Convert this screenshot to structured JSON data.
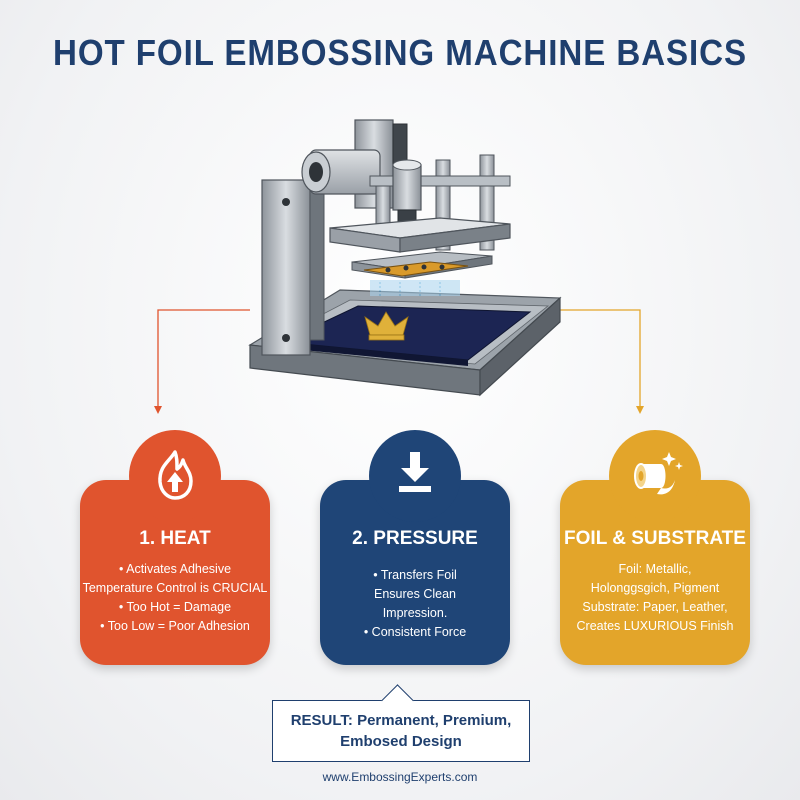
{
  "title": "HOT FOIL EMBOSSING MACHINE BASICS",
  "cards": [
    {
      "title": "1. HEAT",
      "icon": "flame-arrow-icon",
      "color": "#e0542e",
      "lines": [
        "• Activates Adhesive",
        "Temperature Control is CRUCIAL",
        "• Too Hot = Damage",
        "• Too Low = Poor Adhesion"
      ]
    },
    {
      "title": "2. PRESSURE",
      "icon": "down-arrow-press-icon",
      "color": "#1f4577",
      "lines": [
        "• Transfers Foil",
        "Ensures Clean",
        "Impression.",
        "• Consistent Force"
      ]
    },
    {
      "title": "FOIL & SUBSTRATE",
      "icon": "foil-roll-icon",
      "color": "#e3a52a",
      "lines": [
        "Foil: Metallic,",
        "Holonggsgich, Pigment",
        "Substrate: Paper, Leather,",
        "Creates LUXURIOUS Finish"
      ]
    }
  ],
  "result": {
    "line1": "RESULT: Permanent, Premium,",
    "line2": "Embosed Design"
  },
  "footer": "www.EmbossingExperts.com",
  "colors": {
    "title": "#1f3f6e",
    "heat": "#e0542e",
    "pressure": "#1f4577",
    "foil": "#e3a52a",
    "plate": "#1c2553",
    "crown": "#e0b13a"
  }
}
